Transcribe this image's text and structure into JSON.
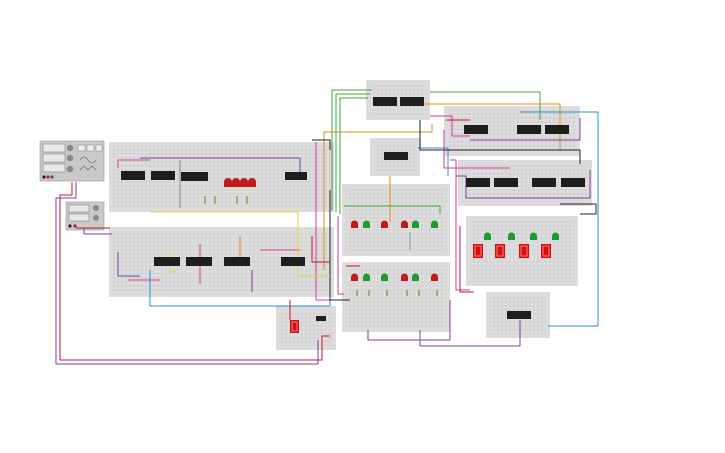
{
  "app": {
    "title": ""
  },
  "colors": {
    "background": "#ffffff",
    "breadboard": "#dcdcdc",
    "breadboard_hole": "#9a9a9a",
    "chip": "#1e1e1e",
    "instrument": "#c9c9c9",
    "wire_red": "#c0182a",
    "wire_purple": "#7b3fa0",
    "wire_pink": "#d63b9a",
    "wire_blue": "#2a8fd0",
    "wire_green": "#3aa83a",
    "wire_orange": "#e08a1e",
    "wire_yellow": "#e8d23a",
    "wire_black": "#222222",
    "wire_gray": "#8a8a8a",
    "led_red": "#c21a1a",
    "led_green": "#1f9a2f",
    "seven_segment": "#d01010"
  },
  "components": {
    "breadboard_count": 9,
    "ic_count": 20,
    "led_count": 16,
    "seven_segment_count": 5,
    "instrument_count": 2
  },
  "icons": {
    "function_generator": "function-generator-icon",
    "power_supply": "power-supply-icon",
    "ic_chip": "ic-chip-icon",
    "led": "led-icon",
    "seven_segment": "seven-segment-display-icon"
  }
}
